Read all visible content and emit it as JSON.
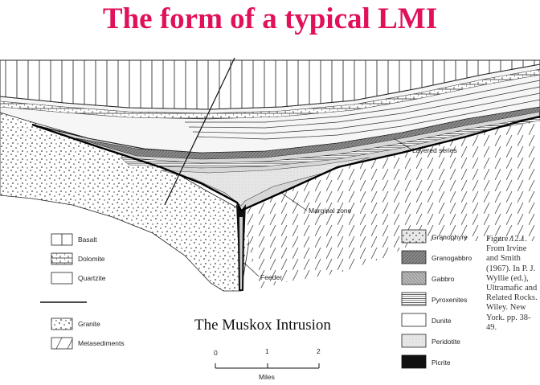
{
  "title": "The form of a typical LMI",
  "subtitle": "The Muskox Intrusion",
  "labels": {
    "layered_series": "Layered series",
    "marginal_zone": "Marginal zone",
    "feeder": "Feeder"
  },
  "legend_left": [
    {
      "label": "Basalt",
      "pattern": "basalt"
    },
    {
      "label": "Dolomite",
      "pattern": "dolomite"
    },
    {
      "label": "Quartzite",
      "pattern": "quartzite"
    },
    {
      "label": "Granite",
      "pattern": "granite"
    },
    {
      "label": "Metasediments",
      "pattern": "metased"
    }
  ],
  "legend_right": [
    {
      "label": "Granophyre",
      "pattern": "granophyre"
    },
    {
      "label": "Granogabbro",
      "pattern": "granogabbro"
    },
    {
      "label": "Gabbro",
      "pattern": "gabbro"
    },
    {
      "label": "Pyroxenites",
      "pattern": "pyroxenite"
    },
    {
      "label": "Dunite",
      "pattern": "dunite"
    },
    {
      "label": "Peridotite",
      "pattern": "peridotite"
    },
    {
      "label": "Picrite",
      "pattern": "picrite"
    }
  ],
  "scale": {
    "ticks": [
      "0",
      "1",
      "2"
    ],
    "unit": "Miles"
  },
  "caption": "Figure 12.1. From Irvine and Smith (1967). In P. J. Wyllie (ed.), Ultramafic and Related Rocks. Wiley. New York. pp. 38-49."
}
